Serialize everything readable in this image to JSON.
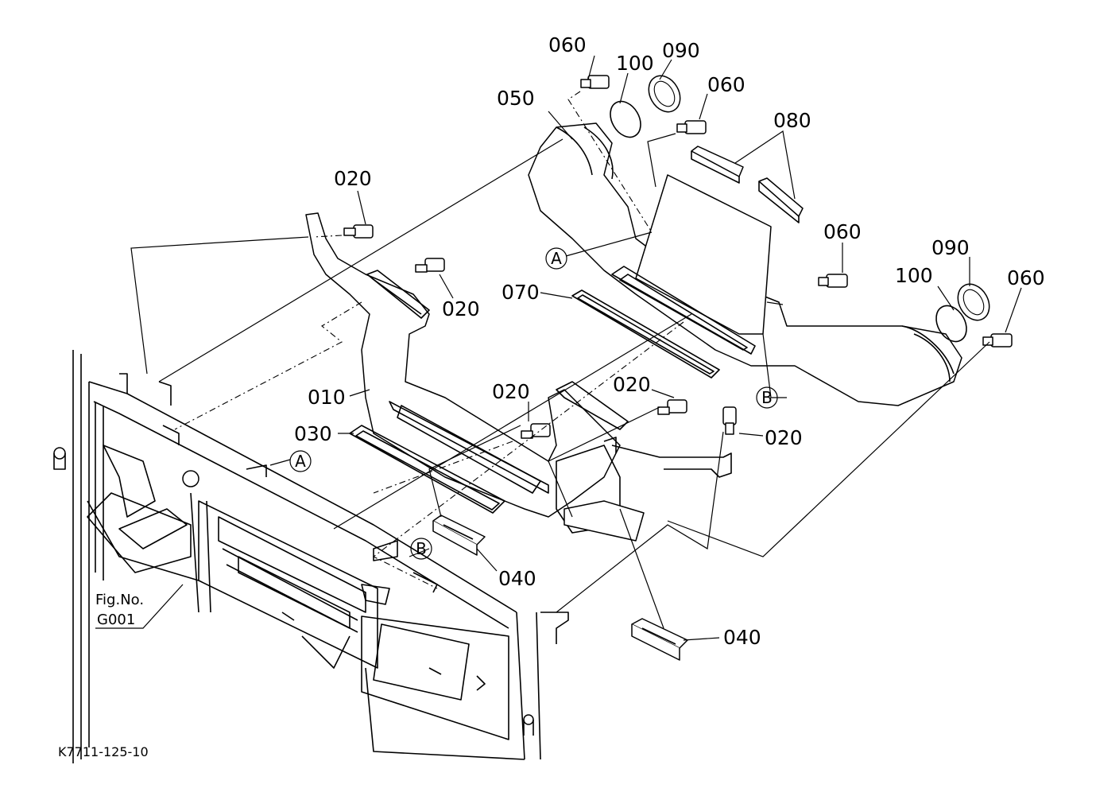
{
  "diagram": {
    "code": "K7711-125-10",
    "fig_ref": {
      "line1": "Fig.No.",
      "line2": "G001"
    },
    "callouts": {
      "c060a": "060",
      "c100a": "100",
      "c090a": "090",
      "c050": "050",
      "c060b": "060",
      "c080": "080",
      "c020a": "020",
      "c020b": "020",
      "c060c": "060",
      "c090b": "090",
      "c100b": "100",
      "c060d": "060",
      "c070": "070",
      "c010": "010",
      "c020c": "020",
      "c020d": "020",
      "c020e": "020",
      "c030": "030",
      "c040a": "040",
      "c040b": "040"
    },
    "markers": {
      "A1": "A",
      "A2": "A",
      "B1": "B",
      "B2": "B"
    }
  }
}
